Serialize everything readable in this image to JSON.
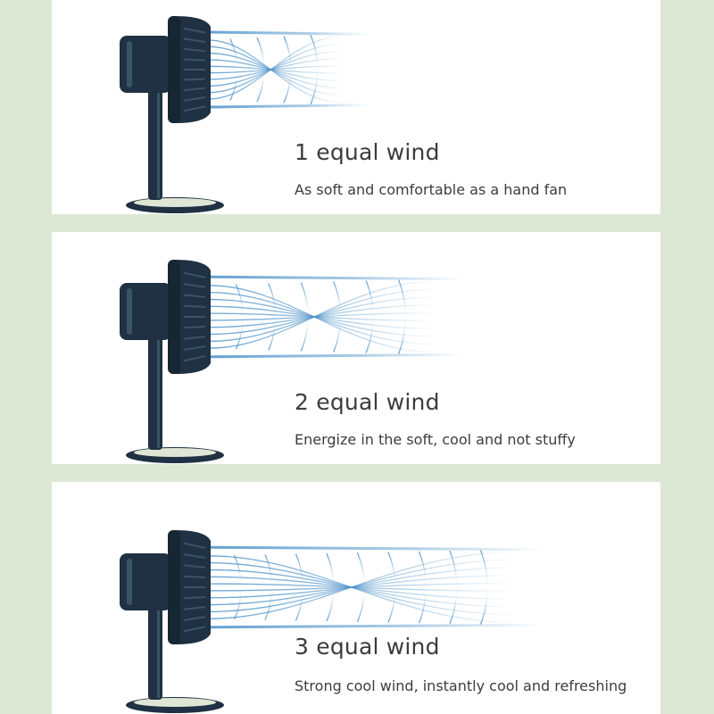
{
  "colors": {
    "background": "#dde7d6",
    "panel": "#ffffff",
    "fan_body": "#1f3142",
    "fan_base_ring": "#dfe6d6",
    "wind": "#4a90c8",
    "text": "#3c3c3c"
  },
  "panels": [
    {
      "level": 1,
      "title": "1 equal wind",
      "description": "As soft and comfortable as a hand fan"
    },
    {
      "level": 2,
      "title": "2 equal wind",
      "description": "Energize in the soft, cool and not stuffy"
    },
    {
      "level": 3,
      "title": "3 equal wind",
      "description": "Strong cool wind, instantly cool and refreshing"
    }
  ]
}
